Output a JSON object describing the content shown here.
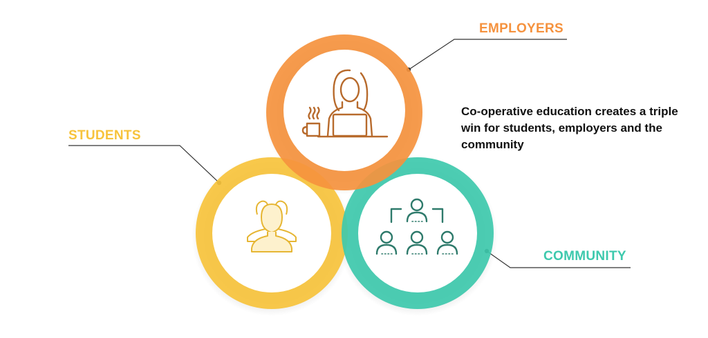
{
  "labels": {
    "employers": "EMPLOYERS",
    "students": "STUDENTS",
    "community": "COMMUNITY"
  },
  "description": "Co-operative education creates a triple win for students, employers and the community",
  "colors": {
    "employers": "#f5923e",
    "students": "#f7c33c",
    "community": "#3ec9ad",
    "employers_icon": "#b76a2c",
    "students_icon": "#e6b634",
    "community_icon": "#2e7a6b",
    "leader_line": "#333333"
  },
  "icons": {
    "employers": "woman-at-laptop-icon",
    "students": "group-of-people-icon",
    "community": "organization-chart-icon"
  }
}
